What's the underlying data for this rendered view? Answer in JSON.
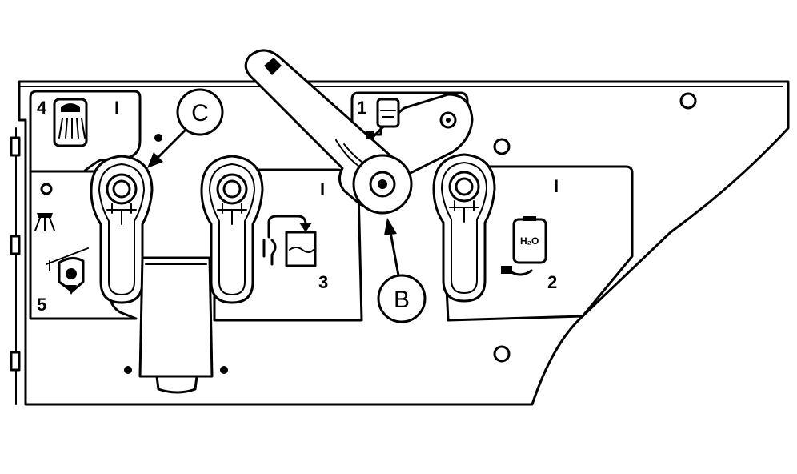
{
  "labels": {
    "valve_1": "1",
    "valve_2": "2",
    "valve_3": "3",
    "valve_4": "4",
    "valve_5": "5",
    "on_mark": "I",
    "h2o": "H₂O"
  },
  "callouts": {
    "b": "B",
    "c": "C"
  },
  "icons": {
    "valve_1": "tank-icon",
    "valve_2": "water-tank-icon",
    "valve_3": "recirculation-icon",
    "valve_4": "shower-icon",
    "valve_5": "spray-nozzle-icon"
  },
  "colors": {
    "line": "#000000",
    "fill": "#ffffff"
  }
}
